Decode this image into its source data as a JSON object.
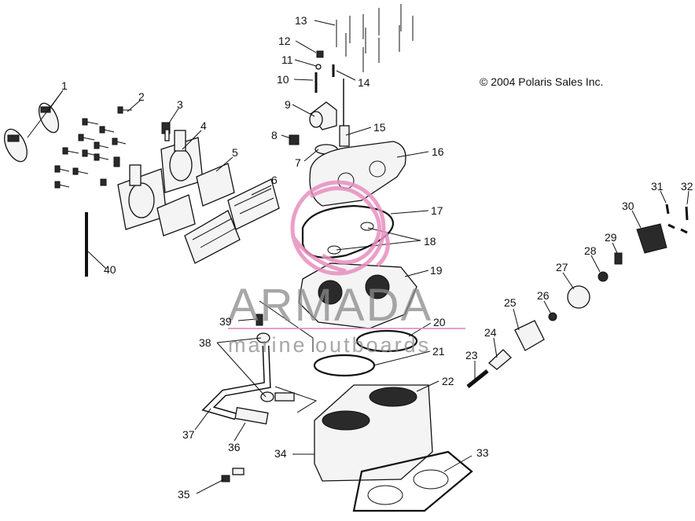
{
  "copyright": "© 2004 Polaris Sales Inc.",
  "watermark": {
    "brand": "ARMADA",
    "tagline": "marine outboards",
    "color": "#e88fbf"
  },
  "callouts": [
    "1",
    "2",
    "3",
    "4",
    "5",
    "6",
    "7",
    "8",
    "9",
    "10",
    "11",
    "12",
    "13",
    "14",
    "15",
    "16",
    "17",
    "18",
    "19",
    "20",
    "21",
    "22",
    "23",
    "24",
    "25",
    "26",
    "27",
    "28",
    "29",
    "30",
    "31",
    "32",
    "33",
    "34",
    "35",
    "36",
    "37",
    "38",
    "39",
    "40"
  ]
}
